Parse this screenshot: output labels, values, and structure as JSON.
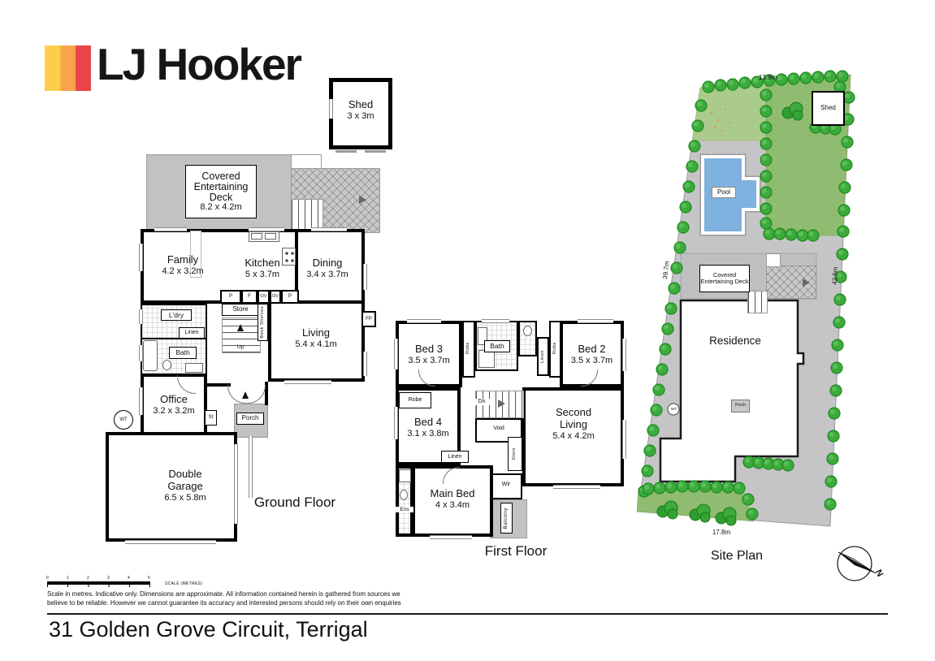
{
  "address": "31 Golden Grove Circuit, Terrigal",
  "logo": {
    "brand": "LJ Hooker"
  },
  "colors": {
    "logo_yellow": "#FBCE4C",
    "logo_orange": "#F7A44D",
    "logo_red": "#EA4549",
    "pool_blue": "#7FB2DE",
    "lawn_green": "#8FBC70",
    "lawn_light": "#AACB8C",
    "tree_green": "#3CAB3C",
    "paving_gray": "#C5C5C7",
    "deck_gray": "#C2C2C2"
  },
  "scale_bar": {
    "ticks": [
      "0",
      "1",
      "2",
      "3",
      "4",
      "5"
    ],
    "label": "SCALE (METRES)"
  },
  "disclaimer": {
    "line1": "Scale in metres. Indicative only. Dimensions are approximate. All information contained herein is gathered from sources we",
    "line2": "believe to be reliable. However we cannot guarantee its accuracy and interested persons should rely on their own enquiries"
  },
  "compass": {
    "north": "N"
  },
  "shed_plan": {
    "name": "Shed",
    "dims": "3 x 3m"
  },
  "ground_floor": {
    "title": "Ground Floor",
    "deck": {
      "name": "Covered Entertaining Deck",
      "dims": "8.2 x 4.2m"
    },
    "family": {
      "name": "Family",
      "dims": "4.2 x 3.2m"
    },
    "kitchen": {
      "name": "Kitchen",
      "dims": "5 x 3.7m"
    },
    "dining": {
      "name": "Dining",
      "dims": "3.4 x 3.7m"
    },
    "living": {
      "name": "Living",
      "dims": "5.4 x 4.1m"
    },
    "office": {
      "name": "Office",
      "dims": "3.2 x 3.2m"
    },
    "garage": {
      "name": "Double Garage",
      "dims": "6.5 x 5.8m"
    },
    "labels": {
      "ldry": "L'dry",
      "linen": "Linen",
      "bath": "Bath",
      "store": "Store",
      "book_shelves": "Book Shelves",
      "up": "Up",
      "fp": "FP",
      "porch": "Porch",
      "st": "St",
      "wt": "WT",
      "p": "P",
      "f": "F",
      "ov": "OV"
    }
  },
  "first_floor": {
    "title": "First Floor",
    "bed3": {
      "name": "Bed 3",
      "dims": "3.5 x 3.7m"
    },
    "bed2": {
      "name": "Bed 2",
      "dims": "3.5 x 3.7m"
    },
    "bed4": {
      "name": "Bed 4",
      "dims": "3.1 x 3.8m"
    },
    "second_living": {
      "name": "Second Living",
      "dims": "5.4 x 4.2m"
    },
    "main_bed": {
      "name": "Main Bed",
      "dims": "4 x 3.4m"
    },
    "labels": {
      "bath": "Bath",
      "robe": "Robe",
      "linen": "Linen",
      "dn": "Dn",
      "void": "Void",
      "store": "Store",
      "wir": "Wir",
      "ens": "Ens",
      "balcony": "Balcony"
    }
  },
  "site_plan": {
    "title": "Site Plan",
    "labels": {
      "pool": "Pool",
      "shed": "Shed",
      "deck": "Covered Entertaining Deck",
      "residence": "Residence",
      "porch": "Porch",
      "wt": "WT"
    },
    "dimensions": {
      "top": "13.9m",
      "left": "39.7m",
      "right": "42.5m",
      "bottom": "17.8m"
    }
  }
}
